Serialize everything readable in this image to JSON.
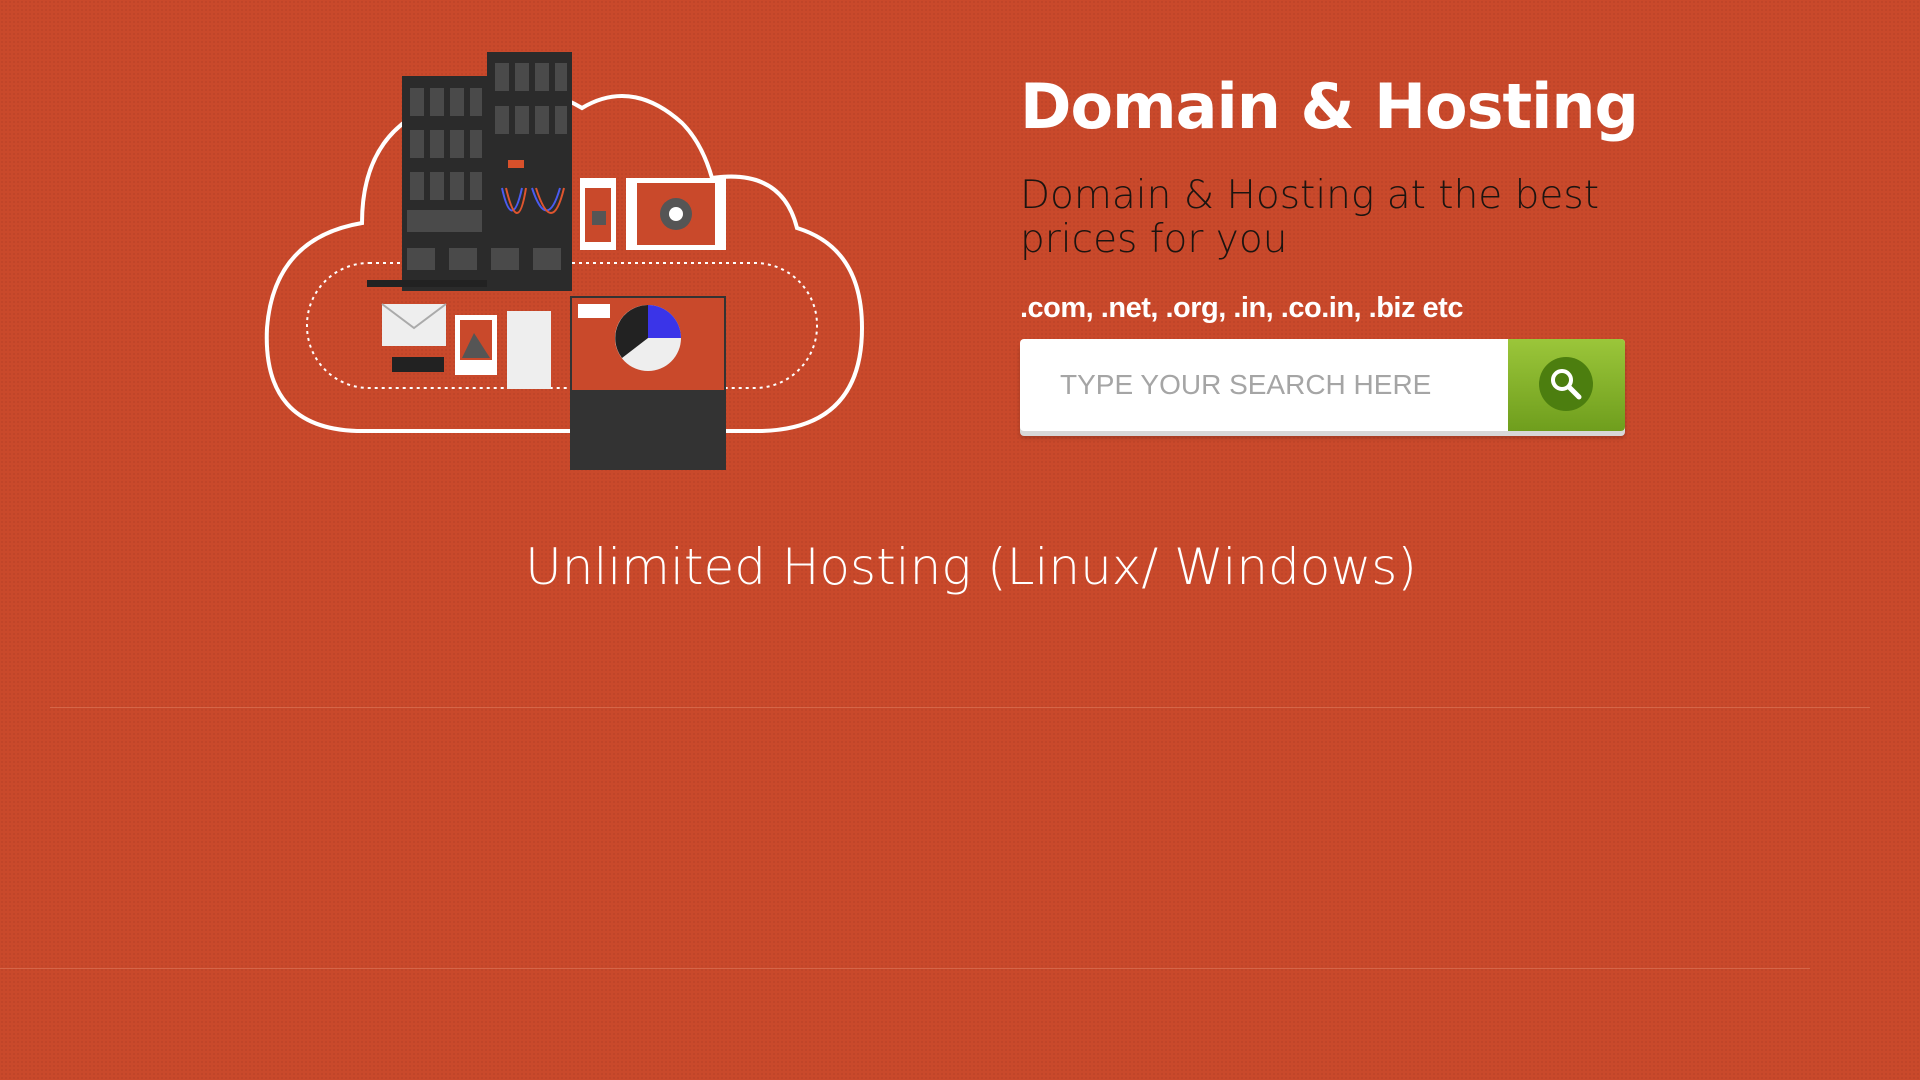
{
  "hero": {
    "illustration": "cloud-hosting-illustration",
    "title": "Domain & Hosting",
    "subtitle": "Domain & Hosting at the best prices for you",
    "extensions": ".com, .net, .org, .in, .co.in, .biz etc",
    "search": {
      "placeholder": "TYPE YOUR SEARCH HERE",
      "value": "",
      "button_icon": "search-icon"
    }
  },
  "tagline": "Unlimited Hosting (Linux/ Windows)",
  "colors": {
    "background": "#c9492b",
    "search_button": "#8ab52d",
    "text": "#ffffff"
  }
}
